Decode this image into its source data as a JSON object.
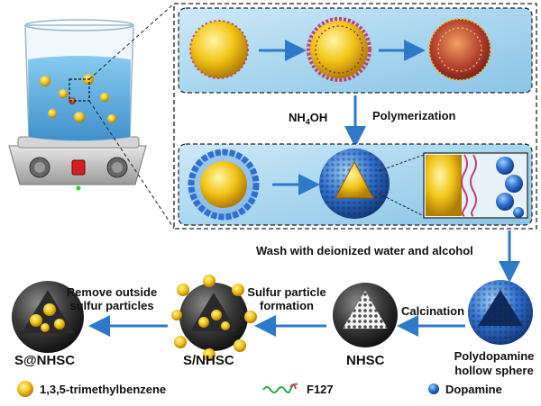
{
  "steps": {
    "reagent": "NH",
    "reagent_sub": "4",
    "reagent_suffix": "OH",
    "polymerization": "Polymerization",
    "wash": "Wash with deionized water and alcohol",
    "calcination": "Calcination",
    "sulfur_formation_line1": "Sulfur particle",
    "sulfur_formation_line2": "formation",
    "remove_line1": "Remove outside",
    "remove_line2": "sulfur particles"
  },
  "products": {
    "pda_line1": "Polydopamine",
    "pda_line2": "hollow sphere",
    "nhsc": "NHSC",
    "s_nhsc": "S/NHSC",
    "s_at_nhsc": "S@NHSC"
  },
  "legend": {
    "tmb": "1,3,5-trimethylbenzene",
    "f127": "F127",
    "dopamine": "Dopamine"
  },
  "colors": {
    "arrow": "#2f79c9",
    "sulfur": "#f2c418",
    "dopamine": "#2f6fd0",
    "polymer": "#c2406a",
    "carbon": "#333333"
  }
}
